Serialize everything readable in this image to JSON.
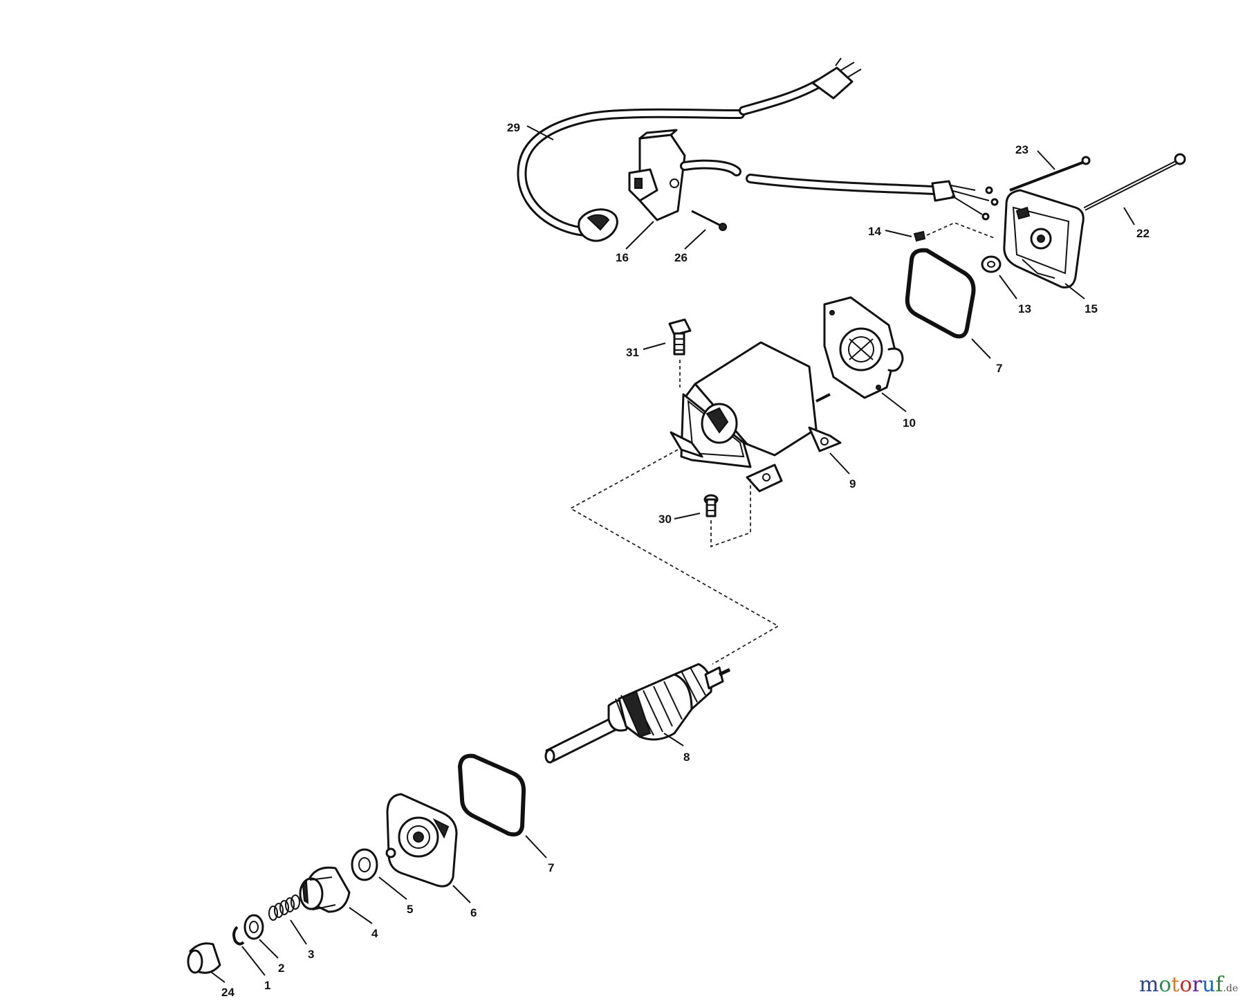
{
  "diagram": {
    "callouts": [
      {
        "id": "c29",
        "label": "29"
      },
      {
        "id": "c16",
        "label": "16"
      },
      {
        "id": "c26",
        "label": "26"
      },
      {
        "id": "c23",
        "label": "23"
      },
      {
        "id": "c22",
        "label": "22"
      },
      {
        "id": "c14",
        "label": "14"
      },
      {
        "id": "c13",
        "label": "13"
      },
      {
        "id": "c15",
        "label": "15"
      },
      {
        "id": "c31",
        "label": "31"
      },
      {
        "id": "c7a",
        "label": "7"
      },
      {
        "id": "c10",
        "label": "10"
      },
      {
        "id": "c9",
        "label": "9"
      },
      {
        "id": "c30",
        "label": "30"
      },
      {
        "id": "c8",
        "label": "8"
      },
      {
        "id": "c7b",
        "label": "7"
      },
      {
        "id": "c6",
        "label": "6"
      },
      {
        "id": "c5",
        "label": "5"
      },
      {
        "id": "c4",
        "label": "4"
      },
      {
        "id": "c3",
        "label": "3"
      },
      {
        "id": "c2",
        "label": "2"
      },
      {
        "id": "c1",
        "label": "1"
      },
      {
        "id": "c24",
        "label": "24"
      }
    ]
  },
  "watermark": {
    "letters": [
      "m",
      "o",
      "t",
      "o",
      "r",
      "u",
      "f"
    ],
    "letter_colors": [
      "#2a3f8f",
      "#2e8b57",
      "#d97a1a",
      "#c62828",
      "#6a1b9a",
      "#1565c0",
      "#2e7d32"
    ],
    "tld": ".de"
  }
}
